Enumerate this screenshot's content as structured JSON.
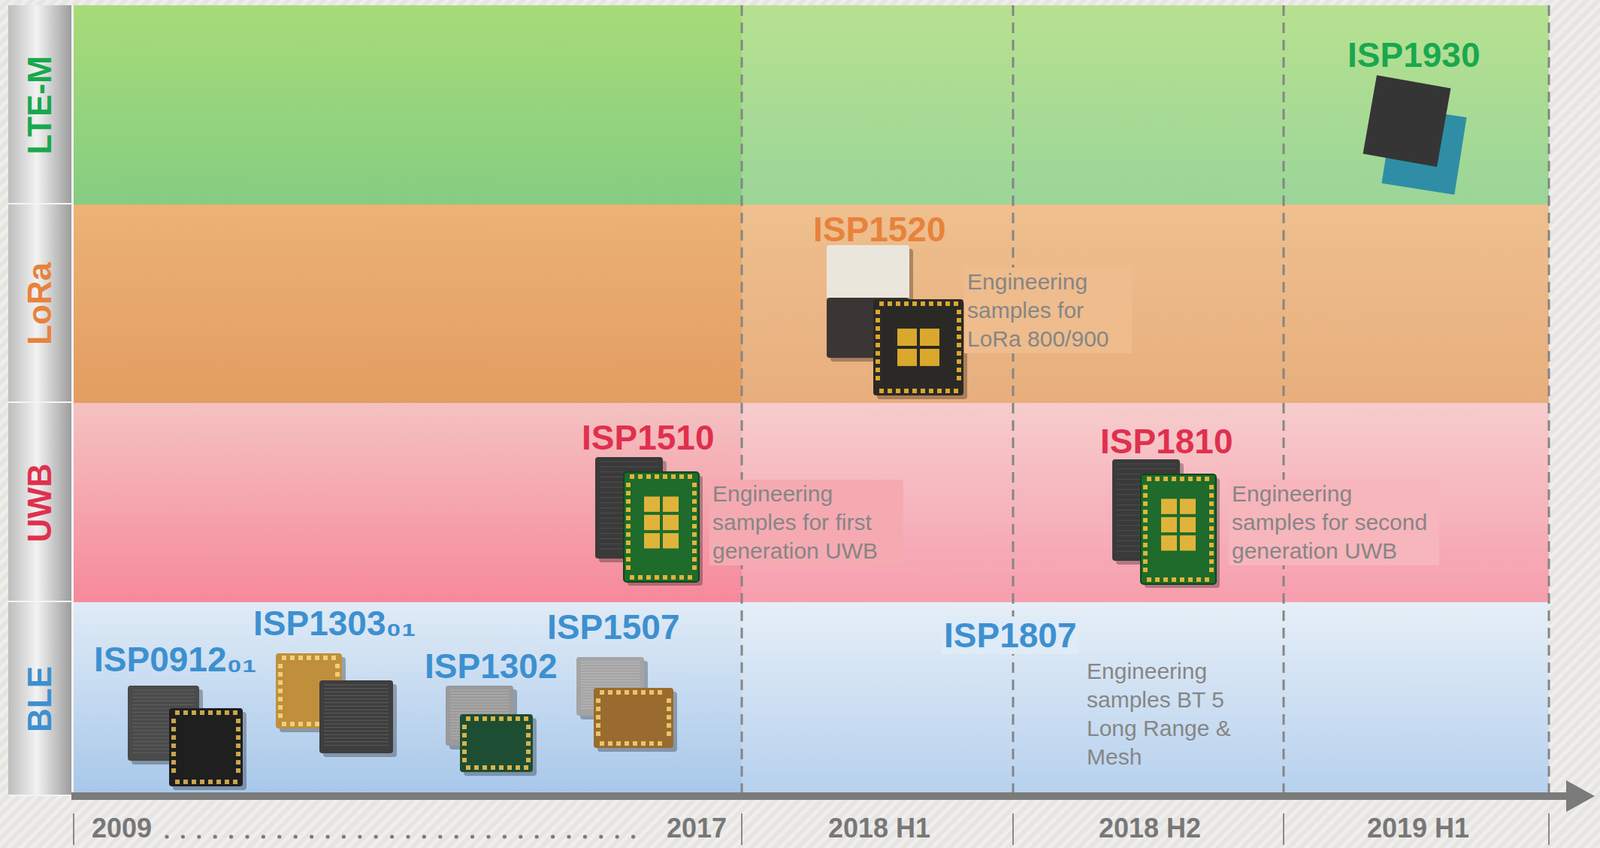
{
  "diagram": {
    "nodes": [
      {
        "text": [
          "LTE-M"
        ]
      },
      {
        "text": [
          "ISP1930"
        ],
        "in": 0
      },
      {
        "text": [
          "LoRa"
        ]
      },
      {
        "text": [
          "ISP1520",
          "Engineering samples for LoRa 800/900"
        ],
        "in": 2
      },
      {
        "text": [
          "UWB"
        ]
      },
      {
        "text": [
          "ISP1510",
          "Engineering samples for first generation UWB"
        ],
        "in": 4
      },
      {
        "text": [
          "ISP1810",
          "Engineering samples for second generation UWB"
        ],
        "in": 4
      },
      {
        "text": [
          "BLE"
        ]
      },
      {
        "text": [
          "ISP0912₀₁"
        ],
        "in": 7
      },
      {
        "text": [
          "ISP1303₀₁"
        ],
        "in": 7
      },
      {
        "text": [
          "ISP1302"
        ],
        "in": 7
      },
      {
        "text": [
          "ISP1507"
        ],
        "in": 7
      },
      {
        "text": [
          "ISP1807",
          "Engineering samples BT 5 Long Range & Mesh"
        ],
        "in": 7
      }
    ],
    "labels": [
      "?",
      "2009",
      "2017",
      "2018 H1",
      "2018 H2",
      "2019 H1"
    ]
  }
}
